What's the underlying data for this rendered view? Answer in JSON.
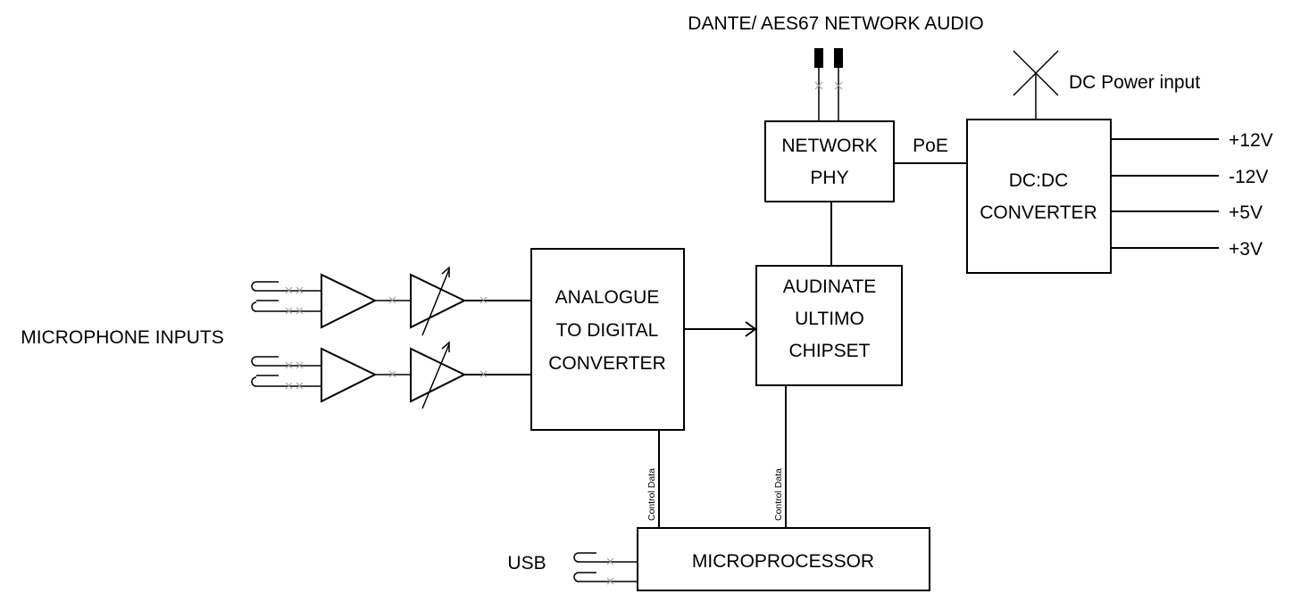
{
  "title": "DANTE/ AES67 NETWORK AUDIO",
  "blocks": {
    "network_phy": [
      "NETWORK",
      "PHY"
    ],
    "dcdc": [
      "DC:DC",
      "CONVERTER"
    ],
    "adc": [
      "ANALOGUE",
      "TO DIGITAL",
      "CONVERTER"
    ],
    "ultimo": [
      "AUDINATE",
      "ULTIMO",
      "CHIPSET"
    ],
    "microprocessor": "MICROPROCESSOR"
  },
  "labels": {
    "poe": "PoE",
    "dc_power": "DC Power input",
    "mic_inputs": "MICROPHONE INPUTS",
    "usb": "USB",
    "control_data_1": "Control Data",
    "control_data_2": "Control Data"
  },
  "outputs": [
    "+12V",
    "-12V",
    "+5V",
    "+3V"
  ]
}
